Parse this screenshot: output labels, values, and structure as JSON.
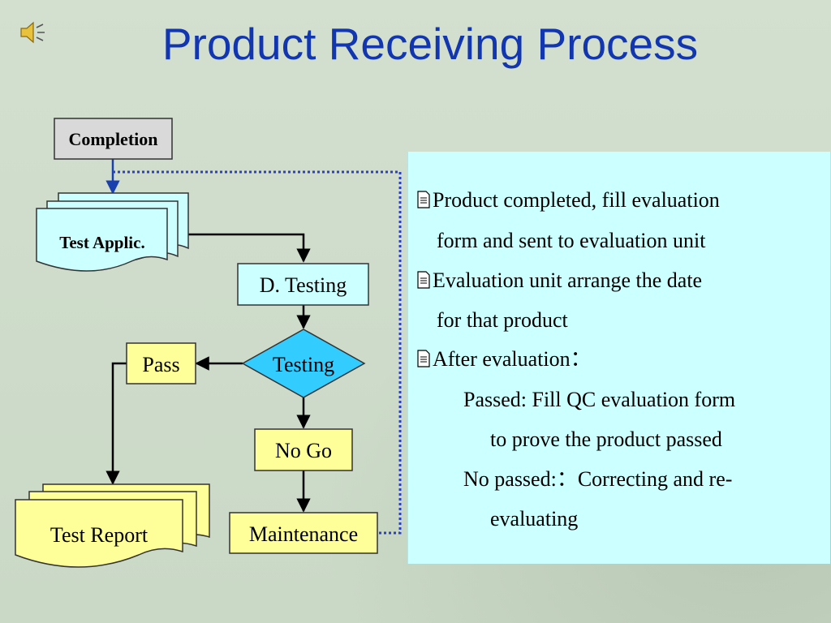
{
  "slide": {
    "title": "Product Receiving Process"
  },
  "flowchart": {
    "nodes": {
      "completion": "Completion",
      "test_application": "Test Applic.",
      "d_testing": "D. Testing",
      "testing": "Testing",
      "pass": "Pass",
      "no_go": "No Go",
      "test_report": "Test Report",
      "maintenance": "Maintenance"
    }
  },
  "info": {
    "lines": [
      "Product completed, fill evaluation",
      "form and sent to evaluation unit",
      "Evaluation unit arrange the date",
      "for that product",
      "After evaluation：",
      "Passed: Fill QC evaluation form",
      "to prove the product passed",
      "No passed:：Correcting and re-",
      "evaluating"
    ]
  },
  "colors": {
    "title": "#1236b0",
    "document_fill": "#ccffff",
    "diamond_fill": "#33ccff",
    "box_fill": "#ffff99",
    "completion_fill": "#d9d9d9",
    "dotted_line": "#2a3fc8"
  }
}
